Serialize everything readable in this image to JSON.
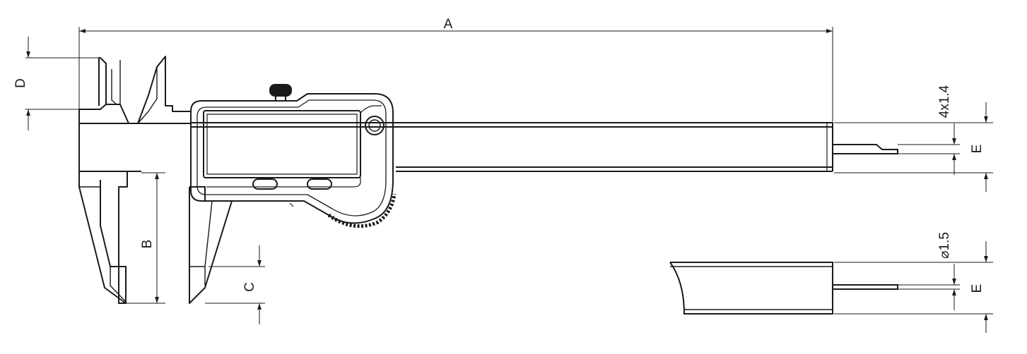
{
  "diagram": {
    "labels": {
      "A": "A",
      "B": "B",
      "C": "C",
      "D": "D",
      "E_top": "E",
      "E_bottom": "E",
      "depth_rod": "4x1.4",
      "rod_diameter": "⌀1.5"
    },
    "colors": {
      "stroke": "#1a1a1a",
      "background": "#ffffff"
    }
  }
}
